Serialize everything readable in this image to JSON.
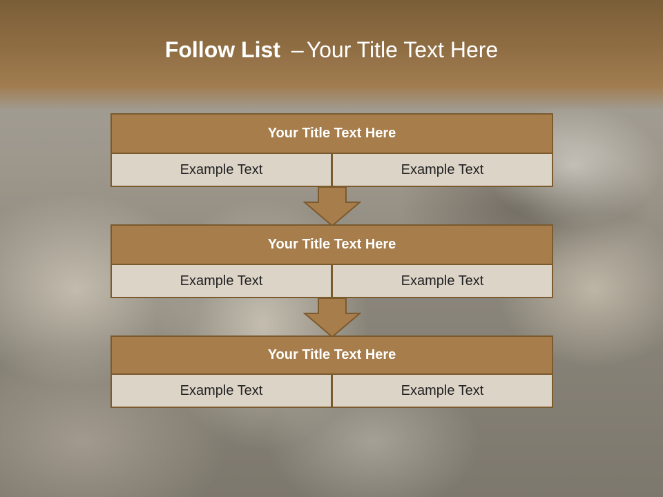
{
  "slide": {
    "title_bold": "Follow List",
    "title_separator": "–",
    "title_rest": "Your Title Text Here"
  },
  "blocks": [
    {
      "title": "Your Title Text Here",
      "left": "Example Text",
      "right": "Example Text"
    },
    {
      "title": "Your Title Text Here",
      "left": "Example Text",
      "right": "Example Text"
    },
    {
      "title": "Your Title Text Here",
      "left": "Example Text",
      "right": "Example Text"
    }
  ],
  "colors": {
    "header_brown": "#8e6c42",
    "box_title": "#a67d4b",
    "box_border": "#7b5a2e",
    "cell_fill": "#ddd4c8",
    "arrow_fill": "#a67d4b"
  },
  "icons": {
    "connector": "down-arrow-icon"
  }
}
